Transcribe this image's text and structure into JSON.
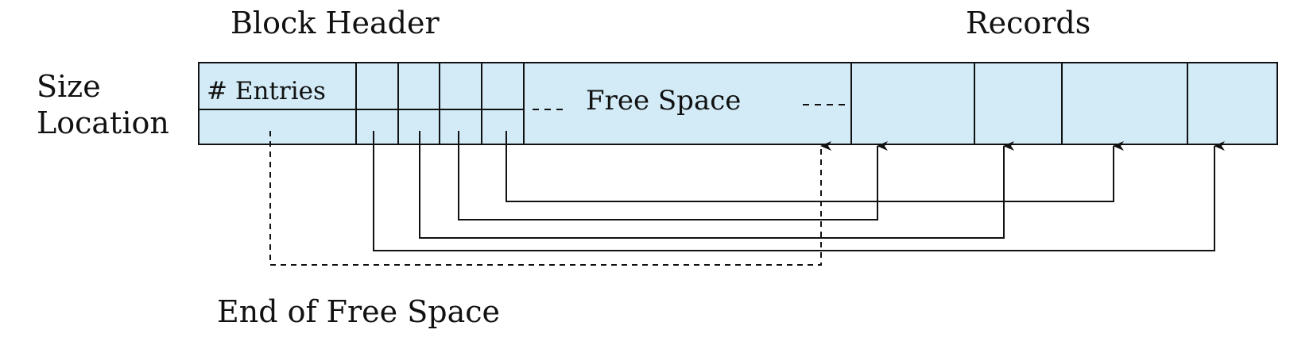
{
  "labels": {
    "block_header": "Block Header",
    "records": "Records",
    "size": "Size",
    "location": "Location",
    "entries": "# Entries",
    "free_space": "Free Space",
    "end_of_free_space": "End of Free Space"
  },
  "colors": {
    "cell_fill": "#d2ebf7",
    "stroke": "#111111"
  }
}
